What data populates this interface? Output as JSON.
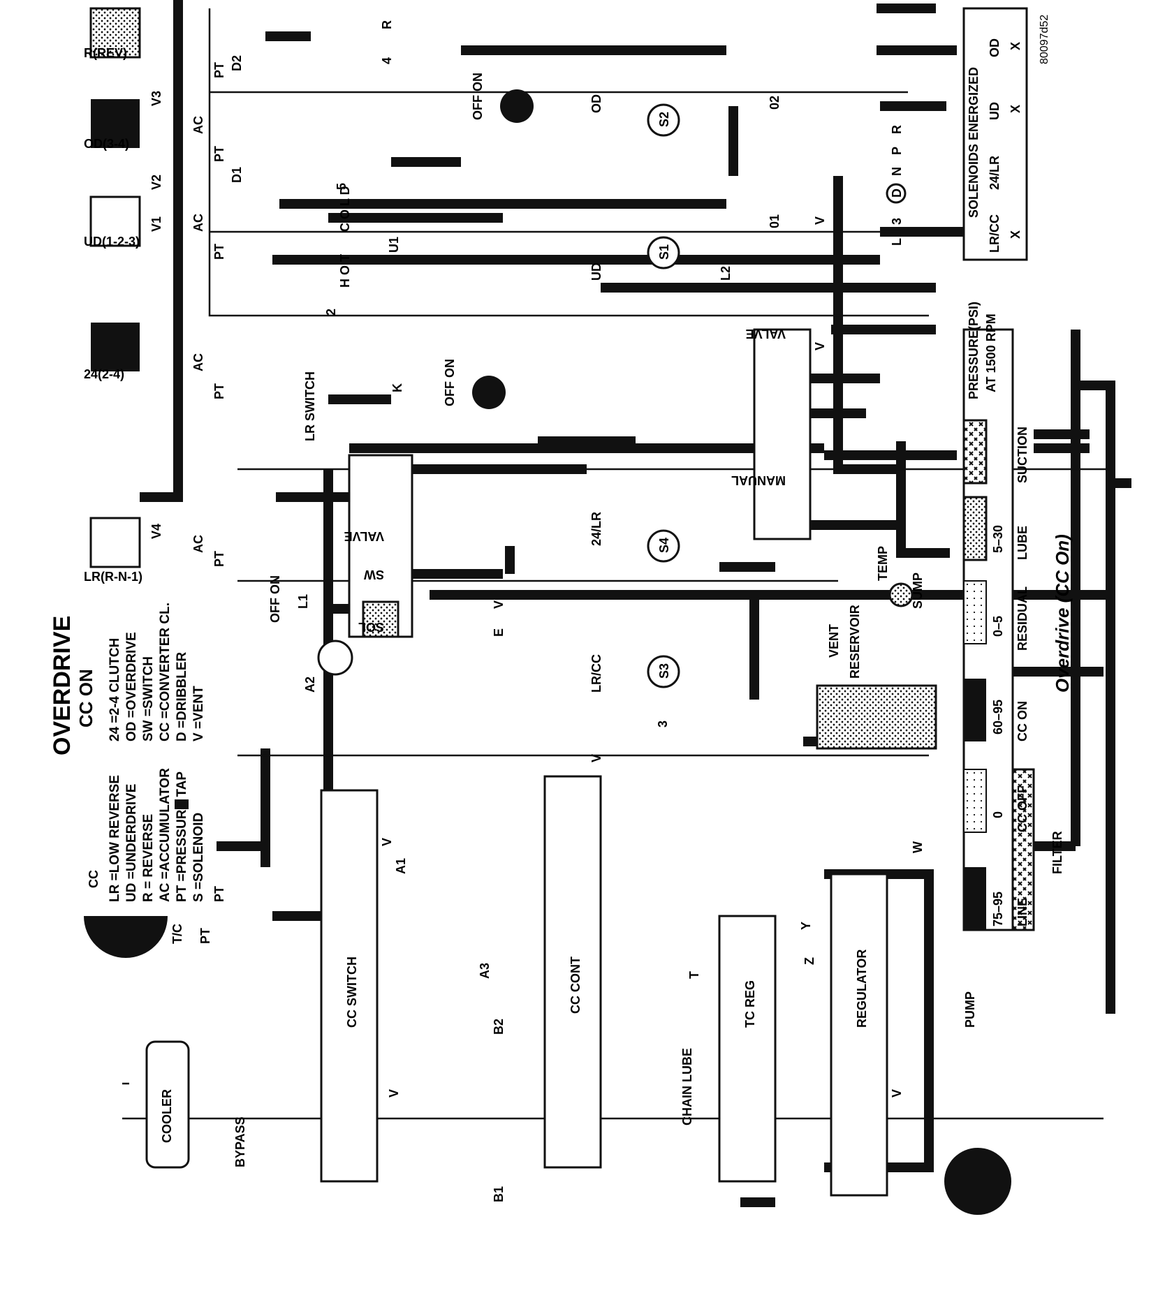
{
  "title": "OVERDRIVE",
  "subtitle": "CC ON",
  "caption": "Overdrive (CC On)",
  "image_code": "80097d52",
  "legend_left": [
    "LR =LOW REVERSE",
    "UD =UNDERDRIVE",
    "R  = REVERSE",
    "AC =ACCUMULATOR",
    "PT =PRESSURE TAP",
    "S  =SOLENOID"
  ],
  "legend_right": [
    "24 =2-4 CLUTCH",
    "OD =OVERDRIVE",
    "SW =SWITCH",
    "CC =CONVERTER CL.",
    "D  =DRIBBLER",
    "V  =VENT"
  ],
  "clutches": {
    "lr": "LR(R-N-1)",
    "c24": "24(2-4)",
    "ud": "UD(1-2-3)",
    "od": "OD(3-4)",
    "rev": "R(REV)"
  },
  "labels": {
    "v1": "V1",
    "v2": "V2",
    "v3": "V3",
    "v4": "V4",
    "ac": "AC",
    "pt": "PT",
    "d1": "D1",
    "d2": "D2",
    "r": "R",
    "o1": "01",
    "o2": "02",
    "u1": "U1",
    "k": "K",
    "l1": "L1",
    "l2": "L2",
    "a1": "A1",
    "a2": "A2",
    "a3": "A3",
    "b1": "B1",
    "b2": "B2",
    "e": "E",
    "t": "T",
    "w": "W",
    "y": "Y",
    "z": "Z",
    "v": "V",
    "cc": "CC",
    "tc": "T/C",
    "hot": "H O T",
    "cold": "C O L D",
    "lr_switch": "LR SWITCH",
    "cooler": "COOLER",
    "bypass": "BYPASS",
    "cc_switch": "CC SWITCH",
    "cc_cont": "CC CONT",
    "chain_lube": "CHAIN LUBE",
    "tc_reg": "TC REG",
    "regulator": "REGULATOR",
    "pump": "PUMP",
    "filter": "FILTER",
    "sol": "SOL",
    "sw": "SW",
    "valve": "VALVE",
    "manual": "MANUAL",
    "temp": "TEMP",
    "sump": "SUMP",
    "vent": "VENT",
    "reservoir": "RESERVOIR",
    "off_on": "OFF  ON",
    "s1": "S1",
    "s2": "S2",
    "s3": "S3",
    "s4": "S4",
    "ud_sol": "UD",
    "od_sol": "OD",
    "s3_sol": "LR/CC",
    "s4_sol": "24/LR",
    "n2": "2",
    "n3": "3",
    "n4": "4",
    "n5": "5",
    "gear_L": "L",
    "gear_3": "3",
    "gear_D": "D",
    "gear_N": "N",
    "gear_P": "P",
    "gear_R": "R"
  },
  "pressure_key": {
    "title_line1": "PRESSURE(PSI)",
    "title_line2": "AT 1500 RPM",
    "values": [
      "75–95",
      "0",
      "60–95",
      "0–5",
      "5–30",
      ""
    ],
    "names": [
      "LINE",
      "CC OFF",
      "CC ON",
      "RESIDUAL",
      "LUBE",
      "SUCTION"
    ]
  },
  "solenoid_table": {
    "title": "SOLENOIDS ENERGIZED",
    "headers": [
      "LR/CC",
      "24/LR",
      "UD",
      "OD"
    ],
    "values": [
      "X",
      "",
      "X",
      "X"
    ]
  }
}
